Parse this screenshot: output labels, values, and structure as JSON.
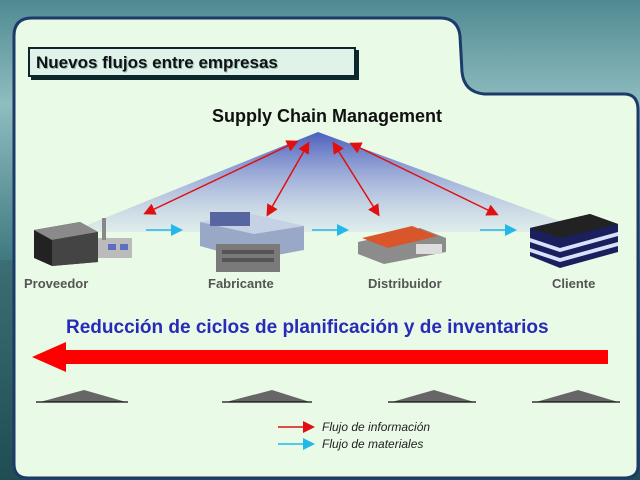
{
  "header": {
    "title": "Nuevos flujos entre empresas"
  },
  "diagram": {
    "center_title": "Supply Chain Management",
    "nodes": [
      {
        "id": "proveedor",
        "label": "Proveedor"
      },
      {
        "id": "fabricante",
        "label": "Fabricante"
      },
      {
        "id": "distribuidor",
        "label": "Distribuidor"
      },
      {
        "id": "cliente",
        "label": "Cliente"
      }
    ],
    "headline": "Reducción de ciclos de planificación y de inventarios",
    "legend": {
      "information_flow": "Flujo de información",
      "materials_flow": "Flujo de materiales"
    },
    "colors": {
      "information_arrow": "#e01010",
      "materials_arrow": "#22b8e8",
      "headline": "#2a2ab8",
      "big_arrow": "#ff0000",
      "triangle": "#7a88d8"
    }
  }
}
